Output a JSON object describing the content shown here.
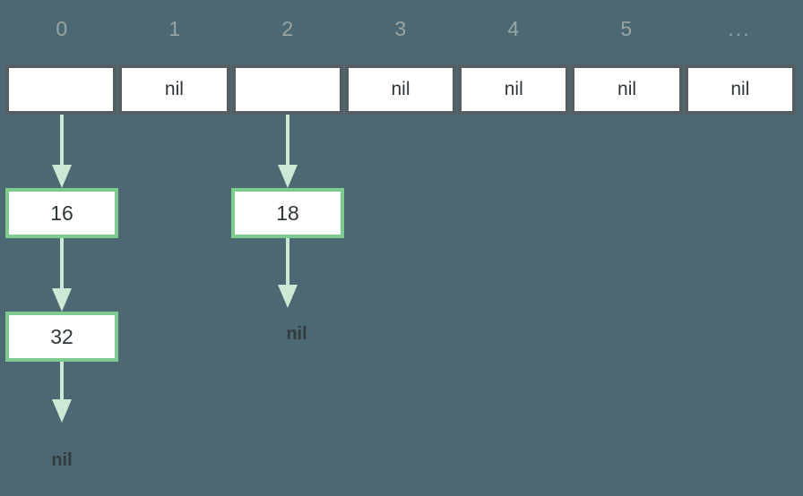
{
  "diagram": {
    "type": "hash-table-separate-chaining",
    "background_color": "#4c6872",
    "cell_border_color": "#555e62",
    "node_border_color": "#7ecb8f",
    "arrow_color": "#cde8d4",
    "header_color": "#9aa5a3",
    "text_color": "#2f3639"
  },
  "headers": [
    {
      "label": "0"
    },
    {
      "label": "1"
    },
    {
      "label": "2"
    },
    {
      "label": "3"
    },
    {
      "label": "4"
    },
    {
      "label": "5"
    },
    {
      "label": "..."
    }
  ],
  "buckets": [
    {
      "index": "0",
      "value": ""
    },
    {
      "index": "1",
      "value": "nil"
    },
    {
      "index": "2",
      "value": ""
    },
    {
      "index": "3",
      "value": "nil"
    },
    {
      "index": "4",
      "value": "nil"
    },
    {
      "index": "5",
      "value": "nil"
    },
    {
      "index": "...",
      "value": "nil"
    }
  ],
  "nodes": {
    "n16": "16",
    "n32": "32",
    "n18": "18"
  },
  "terminators": {
    "chain0": "nil",
    "chain2": "nil"
  }
}
